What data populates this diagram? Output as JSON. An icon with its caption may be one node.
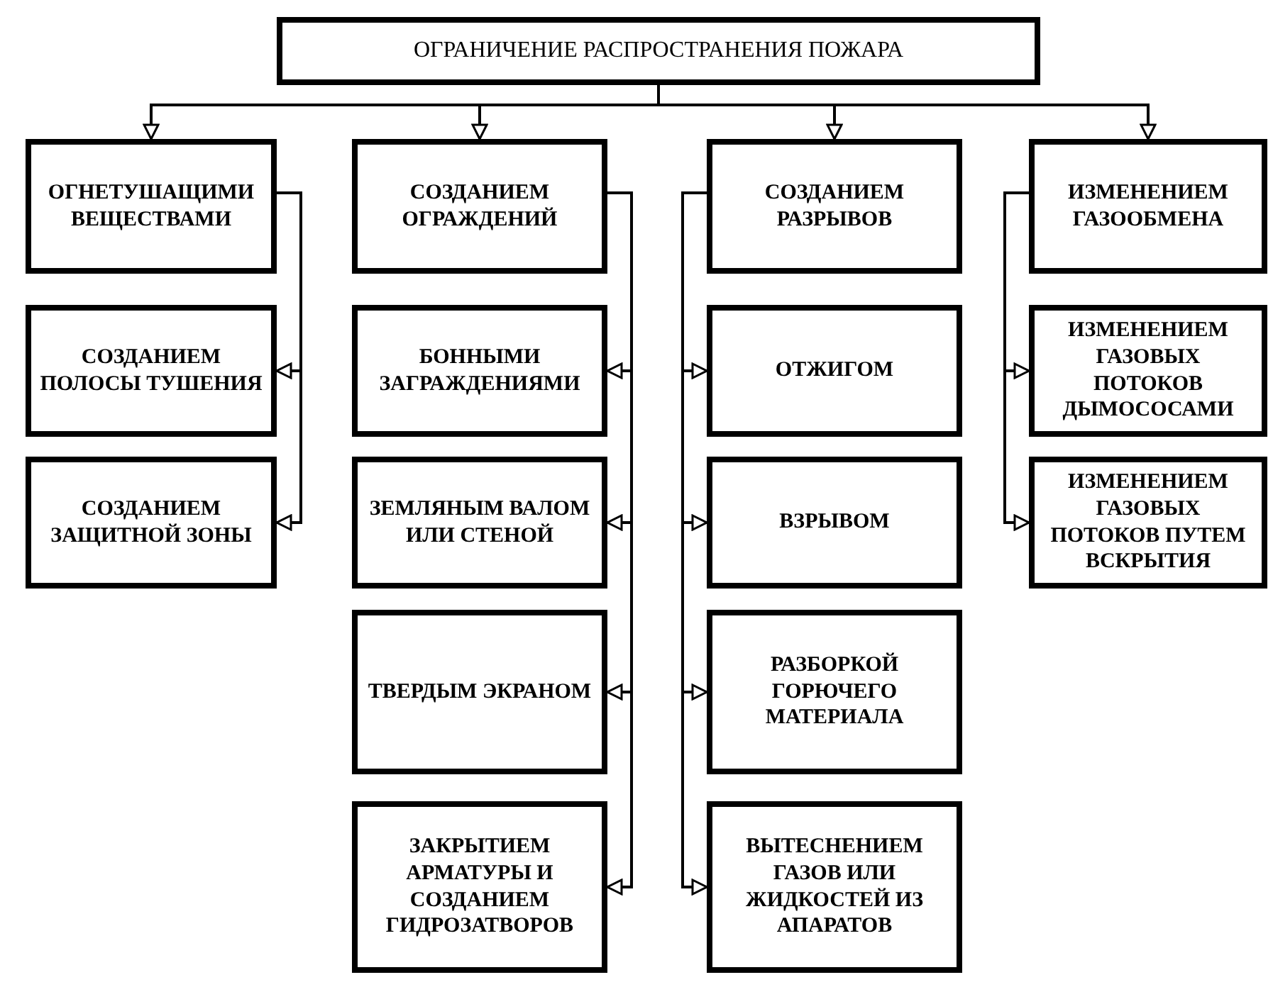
{
  "diagram": {
    "nodes": [
      {
        "text": [
          "ОГРАНИЧЕНИЕ РАСПРОСТРАНЕНИЯ ПОЖАРА"
        ]
      },
      {
        "text": [
          "ОГНЕТУШАЩИМИ ВЕЩЕСТВАМИ"
        ]
      },
      {
        "text": [
          "СОЗДАНИЕМ ПОЛОСЫ ТУШЕНИЯ"
        ]
      },
      {
        "text": [
          "СОЗДАНИЕМ ЗАЩИТНОЙ ЗОНЫ"
        ]
      },
      {
        "text": [
          "СОЗДАНИЕМ ОГРАЖДЕНИЙ"
        ]
      },
      {
        "text": [
          "БОННЫМИ ЗАГРАЖДЕНИЯМИ"
        ]
      },
      {
        "text": [
          "ЗЕМЛЯНЫМ ВАЛОМ ИЛИ СТЕНОЙ"
        ]
      },
      {
        "text": [
          "ТВЕРДЫМ ЭКРАНОМ"
        ]
      },
      {
        "text": [
          "ЗАКРЫТИЕМ АРМАТУРЫ И СОЗДАНИЕМ ГИДРОЗАТВОРОВ"
        ]
      },
      {
        "text": [
          "СОЗДАНИЕМ РАЗРЫВОВ"
        ]
      },
      {
        "text": [
          "ОТЖИГОМ"
        ]
      },
      {
        "text": [
          "ВЗРЫВОМ"
        ]
      },
      {
        "text": [
          "РАЗБОРКОЙ ГОРЮЧЕГО МАТЕРИАЛА"
        ]
      },
      {
        "text": [
          "ВЫТЕСНЕНИЕМ ГАЗОВ ИЛИ ЖИДКОСТЕЙ ИЗ АПАРАТОВ"
        ]
      },
      {
        "text": [
          "ИЗМЕНЕНИЕМ ГАЗООБМЕНА"
        ]
      },
      {
        "text": [
          "ИЗМЕНЕНИЕМ ГАЗОВЫХ ПОТОКОВ ДЫМОСОСАМИ"
        ]
      },
      {
        "text": [
          "ИЗМЕНЕНИЕМ ГАЗОВЫХ ПОТОКОВ ПУТЕМ ВСКРЫТИЯ"
        ]
      }
    ],
    "edges": [
      {
        "from": 0,
        "to": 1,
        "arrow": "to"
      },
      {
        "from": 0,
        "to": 4,
        "arrow": "to"
      },
      {
        "from": 0,
        "to": 9,
        "arrow": "to"
      },
      {
        "from": 0,
        "to": 14,
        "arrow": "to"
      },
      {
        "from": 1,
        "to": 2,
        "arrow": "to"
      },
      {
        "from": 1,
        "to": 3,
        "arrow": "to"
      },
      {
        "from": 4,
        "to": 5,
        "arrow": "to"
      },
      {
        "from": 4,
        "to": 6,
        "arrow": "to"
      },
      {
        "from": 4,
        "to": 7,
        "arrow": "to"
      },
      {
        "from": 4,
        "to": 8,
        "arrow": "to"
      },
      {
        "from": 9,
        "to": 10,
        "arrow": "to"
      },
      {
        "from": 9,
        "to": 11,
        "arrow": "to"
      },
      {
        "from": 9,
        "to": 12,
        "arrow": "to"
      },
      {
        "from": 9,
        "to": 13,
        "arrow": "to"
      },
      {
        "from": 14,
        "to": 15,
        "arrow": "to"
      },
      {
        "from": 14,
        "to": 16,
        "arrow": "to"
      }
    ]
  }
}
